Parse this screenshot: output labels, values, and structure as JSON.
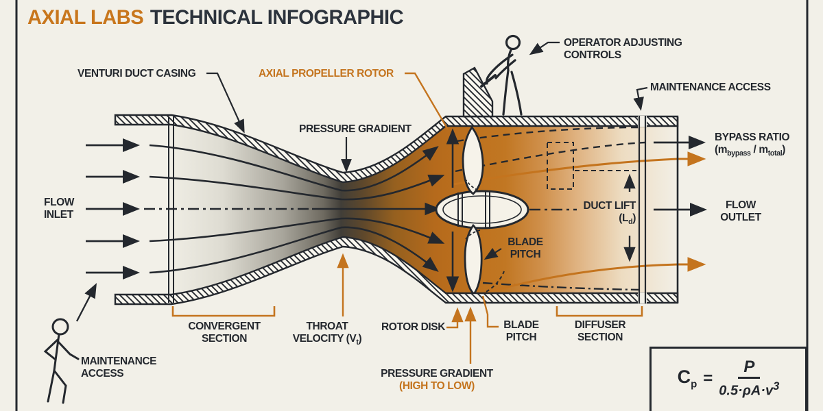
{
  "palette": {
    "bg": "#F2F0E8",
    "ink": "#24282E",
    "accent": "#C4741E",
    "duct_orange": "#BC701E",
    "throat_dark": "#413E38"
  },
  "title": {
    "brand": "AXIAL LABS",
    "rest": "TECHNICAL INFOGRAPHIC"
  },
  "callouts": {
    "venturi": "VENTURI DUCT CASING",
    "rotor": "AXIAL PROPELLER ROTOR",
    "pressure_top": "PRESSURE GRADIENT",
    "operator_l1": "OPERATOR ADJUSTING",
    "operator_l2": "CONTROLS",
    "maint_top": "MAINTENANCE ACCESS",
    "bypass_l1": "BYPASS RATIO",
    "bypass_open": "(m",
    "bypass_sub1": "bypass",
    "bypass_mid": " / m",
    "bypass_sub2": "total",
    "bypass_close": ")",
    "flow_inlet_l1": "FLOW",
    "flow_inlet_l2": "INLET",
    "flow_outlet_l1": "FLOW",
    "flow_outlet_l2": "OUTLET",
    "duct_lift_l1": "DUCT LIFT",
    "duct_lift_open": "(L",
    "duct_lift_sub": "d",
    "duct_lift_close": ")",
    "blade_pitch_inner_l1": "BLADE",
    "blade_pitch_inner_l2": "PITCH",
    "blade_pitch_lower_l1": "BLADE",
    "blade_pitch_lower_l2": "PITCH",
    "convergent_l1": "CONVERGENT",
    "convergent_l2": "SECTION",
    "throat_l1": "THROAT",
    "throat_l2_open": "VELOCITY (V",
    "throat_sub": "t",
    "throat_close": ")",
    "rotor_disk": "ROTOR DISK",
    "diffuser_l1": "DIFFUSER",
    "diffuser_l2": "SECTION",
    "pressure_bottom": "PRESSURE GRADIENT",
    "high_to_low": "(HIGH TO LOW)",
    "maint_bottom_l1": "MAINTENANCE",
    "maint_bottom_l2": "ACCESS"
  },
  "formula": {
    "lhs": "C",
    "lhs_sub": "p",
    "eq": "=",
    "num": "P",
    "den": "0.5·ρA·v",
    "den_exp": "3"
  }
}
